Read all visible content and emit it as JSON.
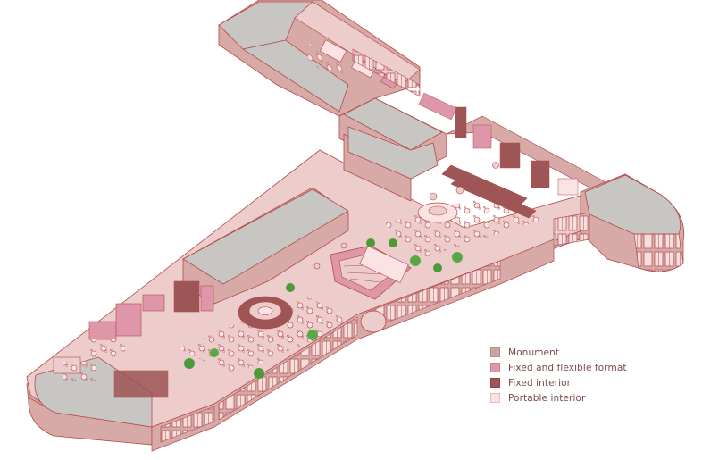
{
  "legend": {
    "items": [
      {
        "label": "Monument",
        "color": "#c9a6a2",
        "stroke": "#b88b87"
      },
      {
        "label": "Fixed and flexible format",
        "color": "#de97a8",
        "stroke": "#cf7f93"
      },
      {
        "label": "Fixed interior",
        "color": "#9e5555",
        "stroke": "#8a4646"
      },
      {
        "label": "Portable interior",
        "color": "#fbe2e4",
        "stroke": "#e7b9bd"
      }
    ]
  },
  "colors": {
    "floor": "#eccdcc",
    "wall_top": "#e2b9b6",
    "wall_side": "#d7aaa7",
    "monument_roof": "#c8c6c3",
    "outline": "#b34a4a",
    "plant": "#4e9a3a",
    "accent": "#d78898",
    "dark": "#9e5555"
  }
}
